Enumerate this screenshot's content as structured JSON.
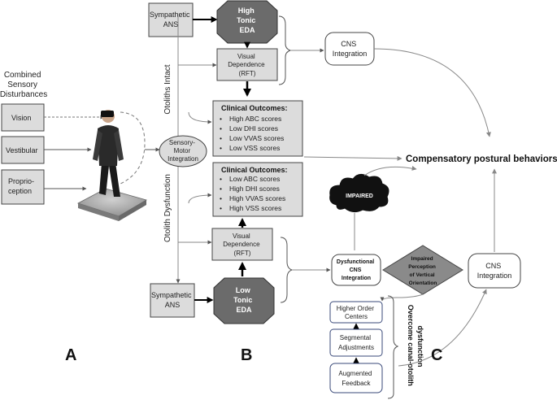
{
  "panel_a": {
    "title_lines": [
      "Combined",
      "Sensory",
      "Disturbances"
    ],
    "inputs": {
      "vision": "Vision",
      "vestibular": "Vestibular",
      "proprio_lines": [
        "Proprio-",
        "ception"
      ]
    },
    "label": "A"
  },
  "panel_b": {
    "symp_top_lines": [
      "Sympathetic",
      "ANS"
    ],
    "eda_high_lines": [
      "High",
      "Tonic",
      "EDA"
    ],
    "vd_top_lines": [
      "Visual",
      "Dependence",
      "(RFT)"
    ],
    "otoliths_intact": "Otoliths Intact",
    "sensorimotor_lines": [
      "Sensory-",
      "Motor",
      "Integration"
    ],
    "clinical_top": {
      "title": "Clinical Outcomes:",
      "items": [
        "High ABC scores",
        "Low DHI scores",
        "Low VVAS scores",
        "Low VSS scores"
      ]
    },
    "clinical_bottom": {
      "title": "Clinical Outcomes:",
      "items": [
        "Low ABC scores",
        "High DHI scores",
        "High VVAS scores",
        "High VSS scores"
      ]
    },
    "otolith_dysfunction": "Otolith Dysfunction",
    "vd_bottom_lines": [
      "Visual",
      "Dependence",
      "(RFT)"
    ],
    "symp_bottom_lines": [
      "Sympathetic",
      "ANS"
    ],
    "eda_low_lines": [
      "Low",
      "Tonic",
      "EDA"
    ],
    "label": "B"
  },
  "panel_c": {
    "cns_top_lines": [
      "CNS",
      "Integration"
    ],
    "compensatory": "Compensatory postural behaviors",
    "impaired": "IMPAIRED",
    "dysfunctional_lines": [
      "Dysfunctional",
      "CNS",
      "Integration"
    ],
    "perception_lines": [
      "Impaired",
      "Perception",
      "of Vertical",
      "Orientation"
    ],
    "cns_right_lines": [
      "CNS",
      "Integration"
    ],
    "higher_order_lines": [
      "Higher Order",
      "Centers"
    ],
    "segmental_lines": [
      "Segmental",
      "Adjustments"
    ],
    "augmented_lines": [
      "Augmented",
      "Feedback"
    ],
    "overcome_lines": [
      "Overcome canal-otolith",
      "dysfunction"
    ],
    "label": "C"
  }
}
